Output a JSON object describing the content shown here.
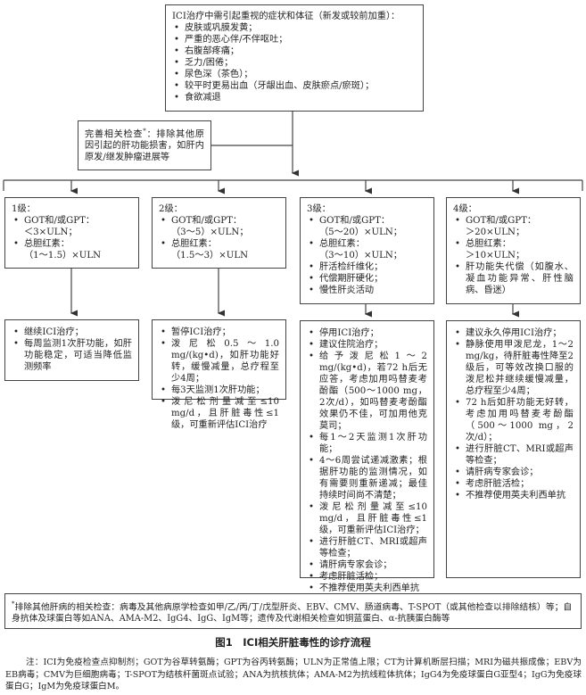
{
  "symptoms": {
    "title": "ICI治疗中需引起重视的症状和体征（新发或较前加重）：",
    "items": [
      "皮肤或巩膜发黄；",
      "严重的恶心伴/不伴呕吐；",
      "右腹部疼痛；",
      "乏力/困倦；",
      "尿色深（茶色）；",
      "较平时更易出血（牙龈出血、皮肤瘀点/瘀斑）；",
      "食欲减退"
    ]
  },
  "workup": {
    "lead": "完善相关检查",
    "mark": "*",
    "text": "：排除其他原因引起的肝功能损害，如肝内原发/继发肿瘤进展等"
  },
  "grades": [
    {
      "label": "1级：",
      "criteria": [
        "GOT和/或GPT：\n＜3×ULN；",
        "总胆红素：\n（1～1.5）×ULN"
      ],
      "actions": [
        "继续ICI治疗；",
        "每周监测1次肝功能，如肝功能稳定，可适当降低监测频率"
      ]
    },
    {
      "label": "2级：",
      "criteria": [
        "GOT和/或GPT：\n（3～5）×ULN；",
        "总胆红素：\n（1.5～3）×ULN"
      ],
      "actions": [
        "暂停ICI治疗；",
        "泼尼松0.5～1.0 mg/(kg•d)，如肝功能好转，缓慢减量，总疗程至少4周；",
        "每3天监测1次肝功能；",
        "泼尼松剂量减至≤10 mg/d，且肝脏毒性≤1级，可重新评估ICI治疗"
      ]
    },
    {
      "label": "3级：",
      "criteria": [
        "GOT和/或GPT：\n（5～20）×ULN；",
        "总胆红素：\n（3～10）×ULN；",
        "肝活检纤维化；",
        "代偿期肝硬化；",
        "慢性肝炎活动"
      ],
      "actions": [
        "停用ICI治疗；",
        "建议住院治疗；",
        "给予泼尼松1～2 mg/(kg•d)，若72 h后无应答，考虑加用吗替麦考酚酯（500～1000 mg，2次/d），如吗替麦考酚酯效果仍不佳，可加用他克莫司；",
        "每1～2天监测1次肝功能；",
        "4～6周尝试递减激素；根据肝功能的监测情况，如有需要则重新递减；最佳持续时间尚不清楚；",
        "泼尼松剂量减至≤10 mg/d，且肝脏毒性≤1级，可重新评估ICI治疗；",
        "进行肝脏CT、MRI或超声等检查；",
        "请肝病专家会诊；",
        "考虑肝脏活检；",
        "不推荐使用英夫利西单抗"
      ]
    },
    {
      "label": "4级：",
      "criteria": [
        "GOT和/或GPT：\n＞20×ULN；",
        "总胆红素：\n＞10×ULN；",
        "肝功能失代偿（如腹水、凝血功能异常、肝性脑病、昏迷）"
      ],
      "actions": [
        "建议永久停用ICI治疗；",
        "静脉使用甲泼尼龙，1～2 mg/kg，待肝脏毒性降至2级后，可等效改换口服的泼尼松并继续缓慢减量，总疗程至少4周；",
        "72 h后如肝功能无好转，考虑加用吗替麦考酚酯（500～1000 mg，2次/d）；",
        "进行肝脏CT、MRI或超声等检查；",
        "请肝病专家会诊；",
        "考虑肝脏活检；",
        "不推荐使用英夫利西单抗"
      ]
    }
  ],
  "footnote": {
    "mark": "*",
    "text": "排除其他肝病的相关检查：病毒及其他病原学检查如甲/乙/丙/丁/戊型肝炎、EBV、CMV、肠道病毒、T-SPOT（或其他检查以排除结核）等；自身抗体及球蛋白等如ANA、AMA-M2、IgG4、IgG、IgM等；遗传及代谢相关检查如铜蓝蛋白、α-抗胰蛋白酶等"
  },
  "caption": "图1　ICI相关肝脏毒性的诊疗流程",
  "notes": "注：ICI为免疫检查点抑制剂；GOT为谷草转氨酶；GPT为谷丙转氨酶；ULN为正常值上限；CT为计算机断层扫描；MRI为磁共振成像；EBV为EB病毒；CMV为巨细胞病毒；T-SPOT为结核杆菌斑点试验；ANA为抗核抗体；AMA-M2为抗线粒体抗体；IgG4为免疫球蛋白G亚型4；IgG为免疫球蛋白G；IgM为免疫球蛋白M。"
}
